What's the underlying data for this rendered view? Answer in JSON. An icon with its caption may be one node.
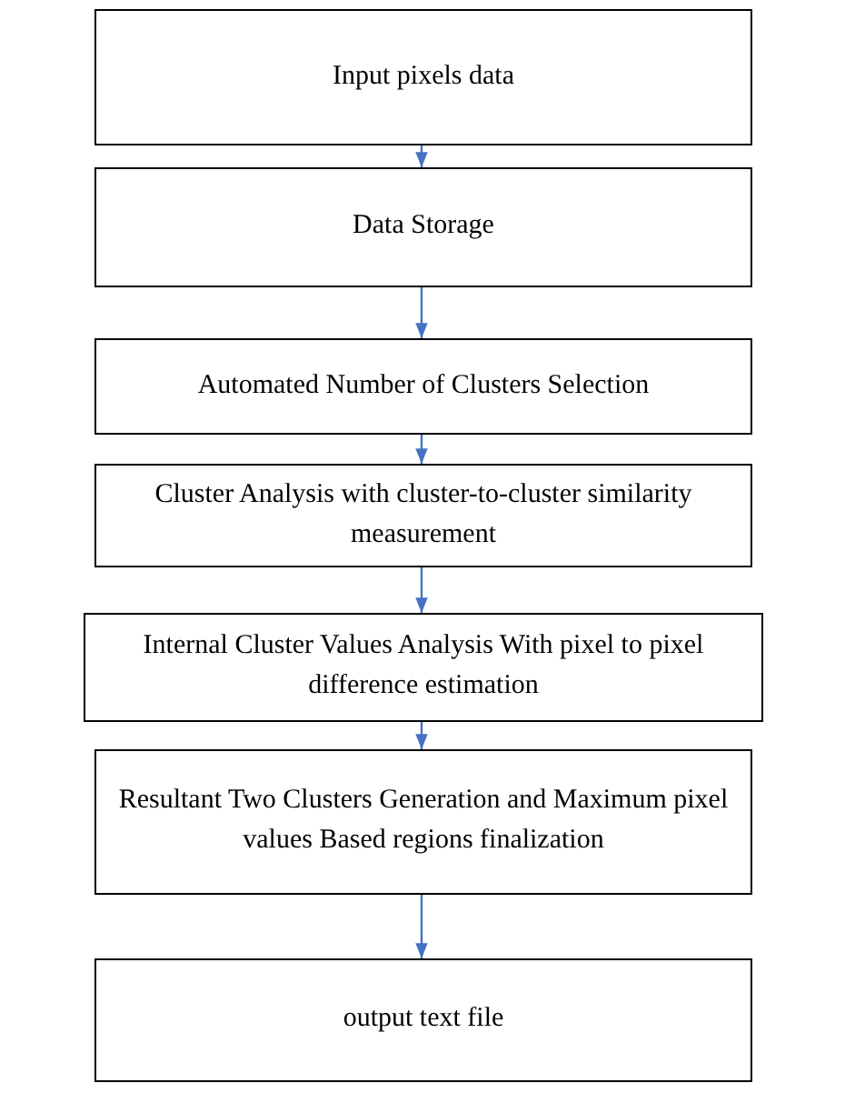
{
  "diagram": {
    "nodes": [
      {
        "text": [
          "Input pixels data"
        ]
      },
      {
        "text": [
          "Data Storage"
        ]
      },
      {
        "text": [
          "Automated Number of Clusters Selection"
        ]
      },
      {
        "text": [
          "Cluster Analysis with cluster-to-cluster similarity measurement"
        ]
      },
      {
        "text": [
          "Internal Cluster Values Analysis With pixel to pixel difference estimation"
        ]
      },
      {
        "text": [
          "Resultant Two Clusters Generation and Maximum pixel values Based regions finalization"
        ]
      },
      {
        "text": [
          "output text file"
        ]
      }
    ],
    "edges": [
      {
        "from": 0,
        "to": 1,
        "arrow": "to"
      },
      {
        "from": 1,
        "to": 2,
        "arrow": "to"
      },
      {
        "from": 2,
        "to": 3,
        "arrow": "to"
      },
      {
        "from": 3,
        "to": 4,
        "arrow": "to"
      },
      {
        "from": 4,
        "to": 5,
        "arrow": "to"
      },
      {
        "from": 5,
        "to": 6,
        "arrow": "to"
      }
    ]
  }
}
